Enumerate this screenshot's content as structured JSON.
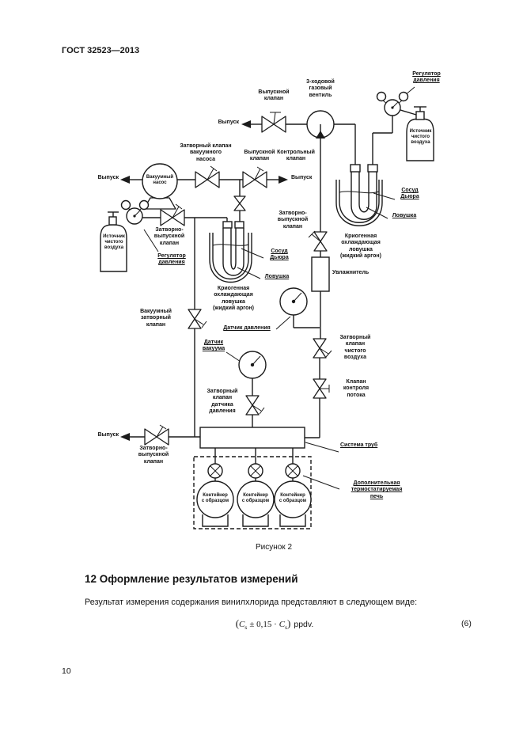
{
  "page": {
    "header": "ГОСТ 32523—2013",
    "page_number": "10",
    "figure_caption": "Рисунок 2",
    "section": {
      "heading": "12 Оформление результатов измерений",
      "paragraph": "Результат измерения содержания винилхлорида представляют в следующем виде:",
      "formula": {
        "lparen": "(",
        "c": "C",
        "sub": "s",
        "middle": "± 0,15 ·",
        "rparen": ")",
        "unit": "ppdv.",
        "number": "(6)"
      }
    }
  },
  "diagram": {
    "labels": {
      "outlet": "Выпуск",
      "outlet_valve": "Выпускной\nклапан",
      "three_way_valve": "3-ходовой\nгазовый\nвентиль",
      "pressure_regulator": "Регулятор\nдавления",
      "clean_air_source": "Источник\nчистого\nвоздуха",
      "pump_shutoff_valve": "Затворный клапан\nвакуумного\nнасоса",
      "control_valve": "Контрольный\nклапан",
      "vacuum_pump": "Вакуумный\nнасос",
      "shutoff_outlet_valve": "Затворно-\nвыпускной\nклапан",
      "dewar_vessel": "Сосуд\nДьюра",
      "trap": "Ловушка",
      "cryo_trap": "Криогенная\nохлаждающая\nловушка\n(жидкий аргон)",
      "humidifier": "Увлажнитель",
      "vacuum_shutoff_valve": "Вакуумный\nзатворный\nклапан",
      "pressure_sensor": "Датчик давления",
      "vacuum_sensor": "Датчик\nвакуума",
      "clean_air_shutoff_valve": "Затворный\nклапан\nчистого\nвоздуха",
      "flow_control_valve": "Клапан\nконтроля\nпотока",
      "pressure_sensor_shutoff_valve": "Затворный\nклапан\nдатчика\nдавления",
      "pipe_system": "Система труб",
      "thermostatic_oven": "Дополнительная\nтермостатируемая\nпечь",
      "sample_container": "Контейнер\nс образцом"
    }
  }
}
